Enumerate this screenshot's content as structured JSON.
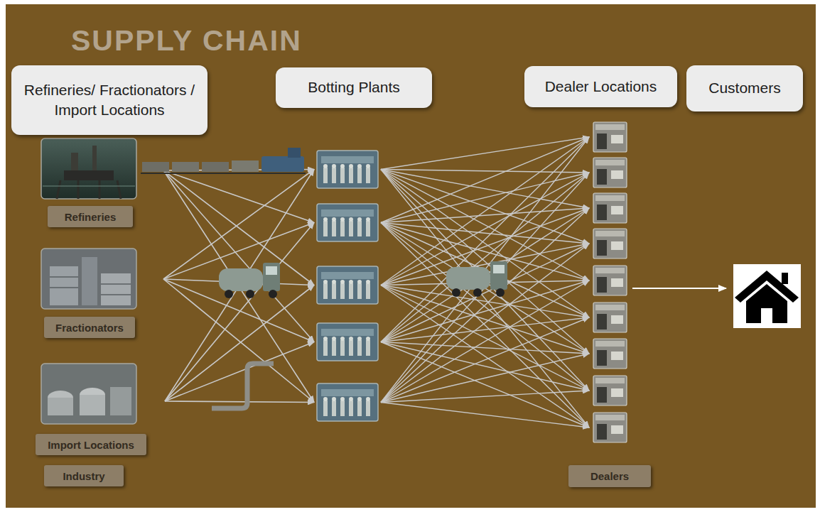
{
  "diagram": {
    "title": "SUPPLY CHAIN",
    "nodes": [
      {
        "text": [
          "Refineries/ Fractionators / Import Locations"
        ]
      },
      {
        "text": [
          "Botting Plants"
        ]
      },
      {
        "text": [
          "Dealer Locations"
        ]
      },
      {
        "text": [
          "Customers"
        ]
      },
      {
        "text": [
          "Refineries"
        ]
      },
      {
        "text": [
          "Fractionators"
        ]
      },
      {
        "text": [
          "Import Locations"
        ]
      },
      {
        "text": [
          "Industry"
        ]
      },
      {
        "text": [
          "Dealers"
        ]
      }
    ]
  }
}
